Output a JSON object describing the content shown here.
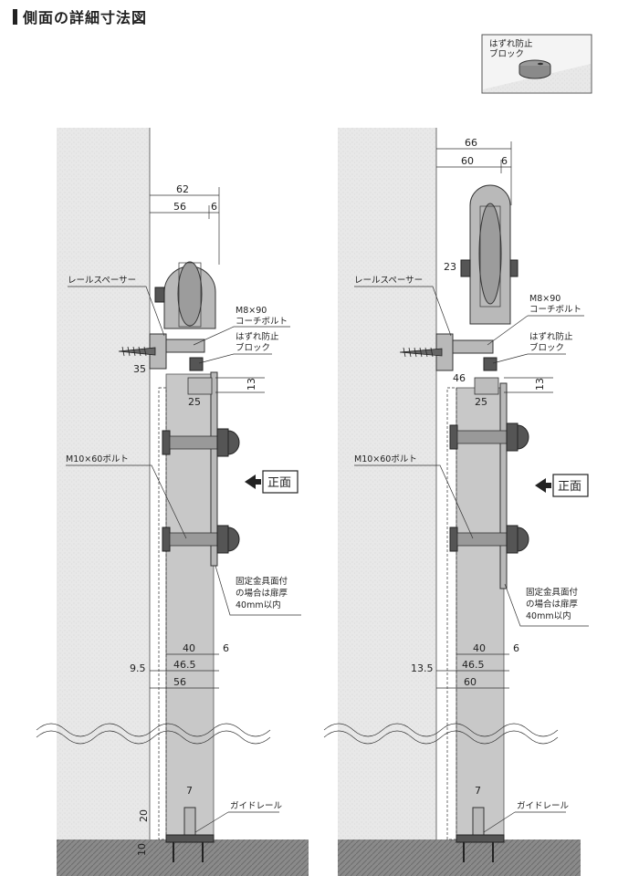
{
  "title": "側面の詳細寸法図",
  "inset": {
    "label_line1": "はずれ防止",
    "label_line2": "ブロック"
  },
  "left": {
    "dims": {
      "top_total": "62",
      "top_inner": "56",
      "top_right": "6",
      "rail_spacer_offset": "35",
      "block_width": "25",
      "block_height": "13",
      "bottom_40": "40",
      "bottom_465": "46.5",
      "bottom_56": "56",
      "bottom_right": "6",
      "wall_gap": "9.5",
      "guide_width": "7",
      "guide_height": "20",
      "floor_depth": "10"
    },
    "labels": {
      "rail_spacer": "レールスペーサー",
      "coach_bolt_1": "M8×90",
      "coach_bolt_2": "コーチボルト",
      "anti_block_1": "はずれ防止",
      "anti_block_2": "ブロック",
      "m10_bolt": "M10×60ボルト",
      "note_1": "固定金具面付",
      "note_2": "の場合は扉厚",
      "note_3": "40mm以内",
      "guide_rail": "ガイドレール",
      "front": "正面"
    }
  },
  "right": {
    "dims": {
      "top_total": "66",
      "top_inner": "60",
      "top_right": "6",
      "height_23": "23",
      "offset_46": "46",
      "block_width": "25",
      "block_height": "13",
      "bottom_40": "40",
      "bottom_465": "46.5",
      "bottom_60": "60",
      "bottom_right": "6",
      "wall_gap": "13.5",
      "guide_width": "7"
    },
    "labels": {
      "rail_spacer": "レールスペーサー",
      "coach_bolt_1": "M8×90",
      "coach_bolt_2": "コーチボルト",
      "anti_block_1": "はずれ防止",
      "anti_block_2": "ブロック",
      "m10_bolt": "M10×60ボルト",
      "note_1": "固定金具面付",
      "note_2": "の場合は扉厚",
      "note_3": "40mm以内",
      "guide_rail": "ガイドレール",
      "front": "正面"
    }
  }
}
